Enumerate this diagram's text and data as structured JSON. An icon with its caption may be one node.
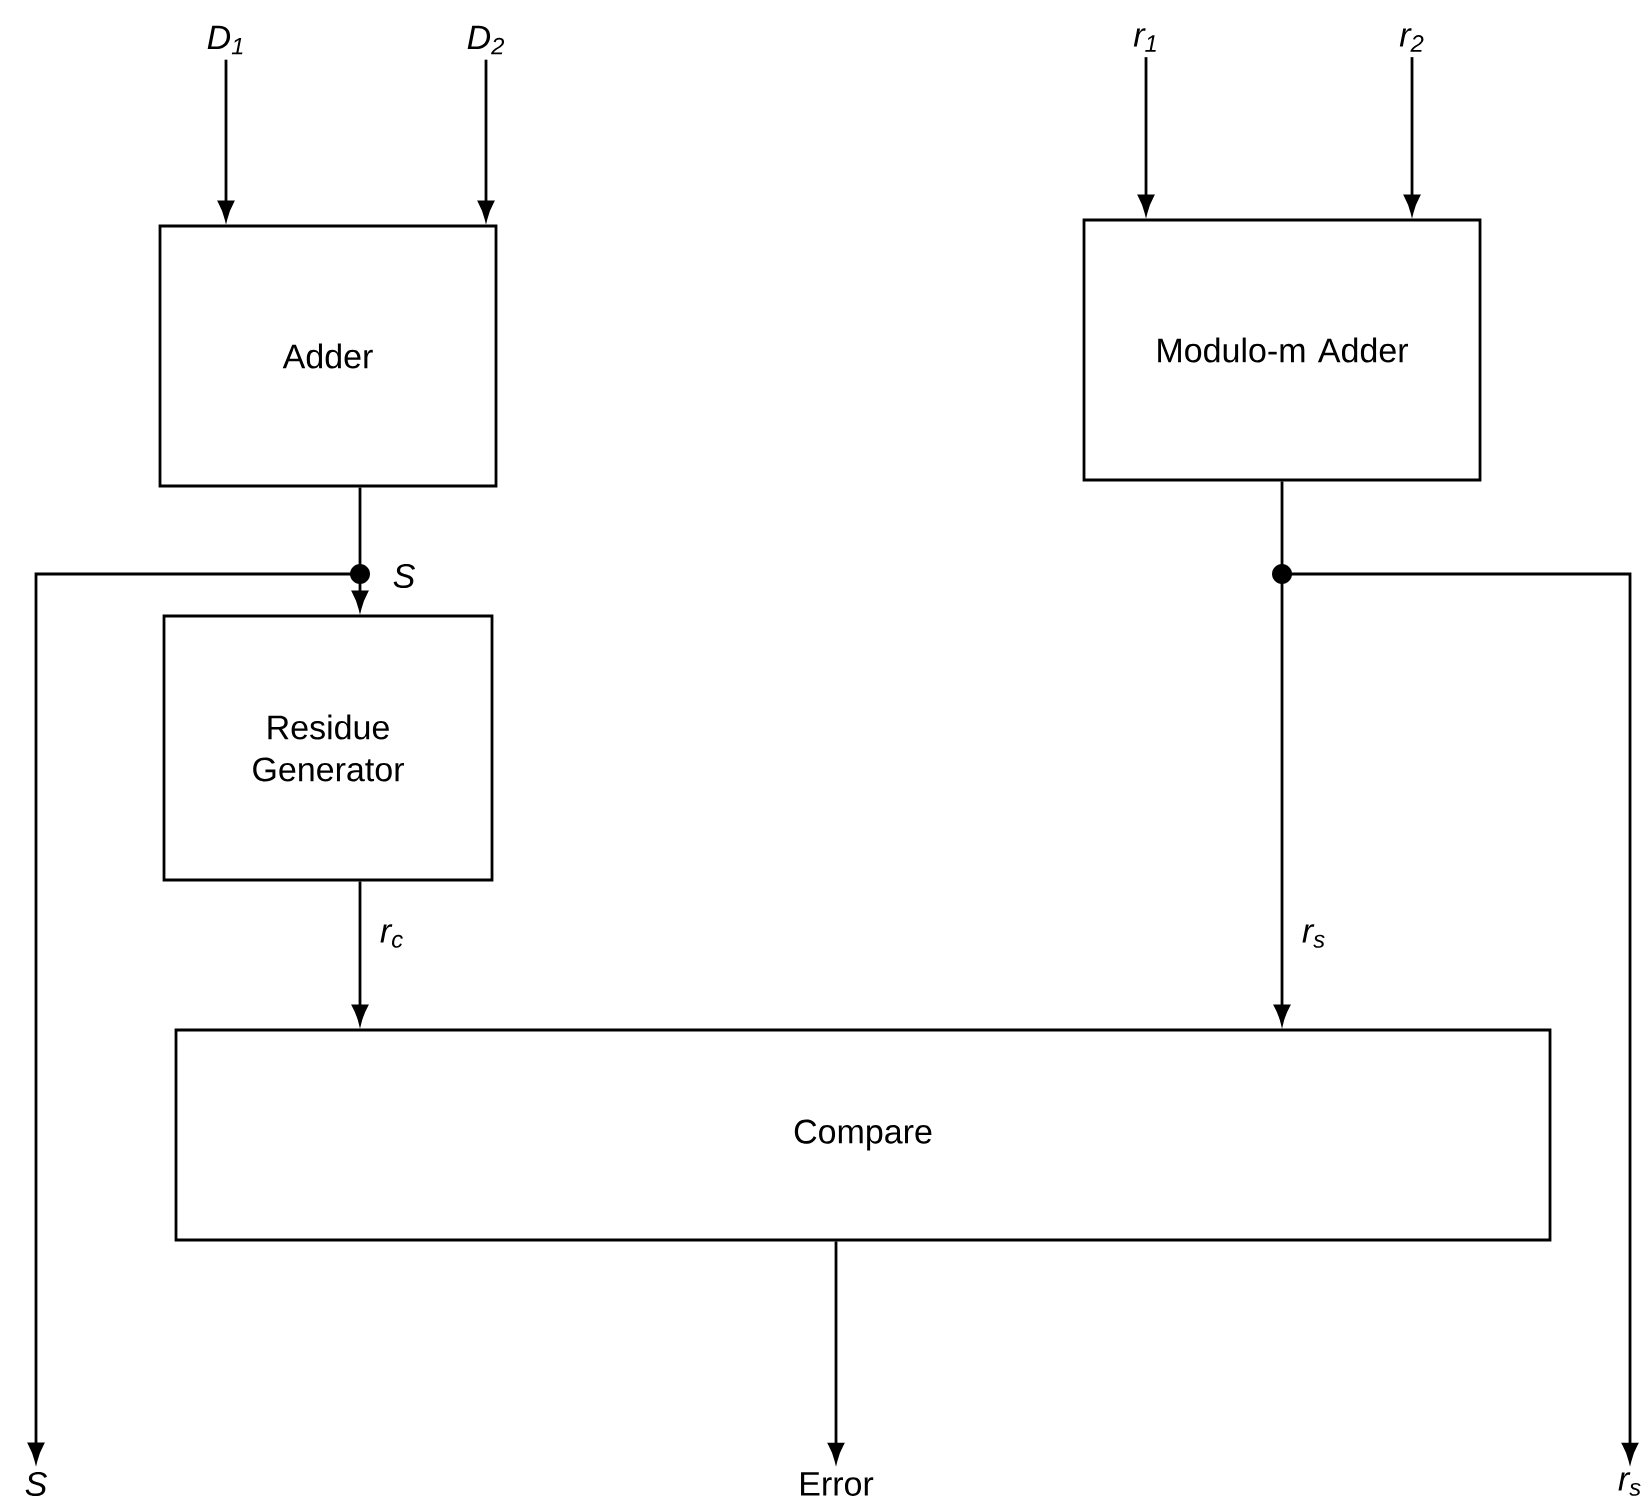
{
  "diagram": {
    "nodes": [
      {
        "text": [
          "Adder"
        ]
      },
      {
        "text": [
          "Modulo-m Adder"
        ]
      },
      {
        "text": [
          "Residue Generator"
        ]
      },
      {
        "text": [
          "Compare"
        ]
      },
      {
        "text": [
          "D$_{1}$"
        ]
      },
      {
        "text": [
          "D$_{2}$"
        ]
      },
      {
        "text": [
          "r$_{1}$"
        ]
      },
      {
        "text": [
          "r$_{2}$"
        ]
      },
      {
        "text": [
          "S"
        ]
      },
      {
        "text": [
          "Error"
        ]
      },
      {
        "text": [
          "r$_{s}$"
        ]
      },
      {
        "text": [],
        "shape": "circle",
        "beside": [
          "S"
        ]
      },
      {
        "text": [],
        "shape": "circle"
      }
    ],
    "edges": [
      {
        "from": 4,
        "to": 0,
        "arrow": "to"
      },
      {
        "from": 5,
        "to": 0,
        "arrow": "to"
      },
      {
        "from": 6,
        "to": 1,
        "arrow": "to"
      },
      {
        "from": 7,
        "to": 1,
        "arrow": "to"
      },
      {
        "from": 0,
        "to": 11,
        "arrow": "none"
      },
      {
        "from": 11,
        "to": 2,
        "arrow": "to"
      },
      {
        "from": 11,
        "to": 8,
        "arrow": "to"
      },
      {
        "from": 2,
        "to": 3,
        "arrow": "to",
        "label": "r$_{c}$"
      },
      {
        "from": 1,
        "to": 12,
        "arrow": "none"
      },
      {
        "from": 12,
        "to": 3,
        "arrow": "to",
        "label": "r$_{s}$"
      },
      {
        "from": 12,
        "to": 10,
        "arrow": "to"
      },
      {
        "from": 3,
        "to": 9,
        "arrow": "to"
      }
    ]
  }
}
